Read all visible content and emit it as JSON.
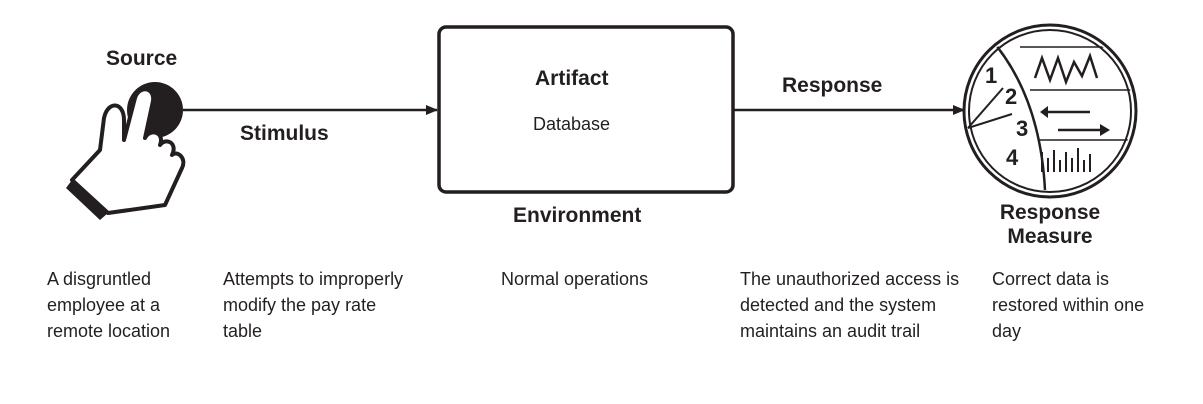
{
  "source": {
    "label": "Source",
    "description": "A disgruntled employee at a remote location"
  },
  "stimulus": {
    "label": "Stimulus",
    "description": "Attempts to improperly modify the pay rate table"
  },
  "artifact": {
    "label": "Artifact",
    "value": "Database"
  },
  "environment": {
    "label": "Environment",
    "description": "Normal operations"
  },
  "response": {
    "label": "Response",
    "description": "The unauthorized access is detected and the system maintains an audit trail"
  },
  "response_measure": {
    "label_line1": "Response",
    "label_line2": "Measure",
    "description": "Correct data is restored within one day",
    "gauge_numbers": [
      "1",
      "2",
      "3",
      "4"
    ]
  },
  "icons": {
    "source": "hand-pointer-icon",
    "response_measure": "gauge-dial-icon"
  }
}
